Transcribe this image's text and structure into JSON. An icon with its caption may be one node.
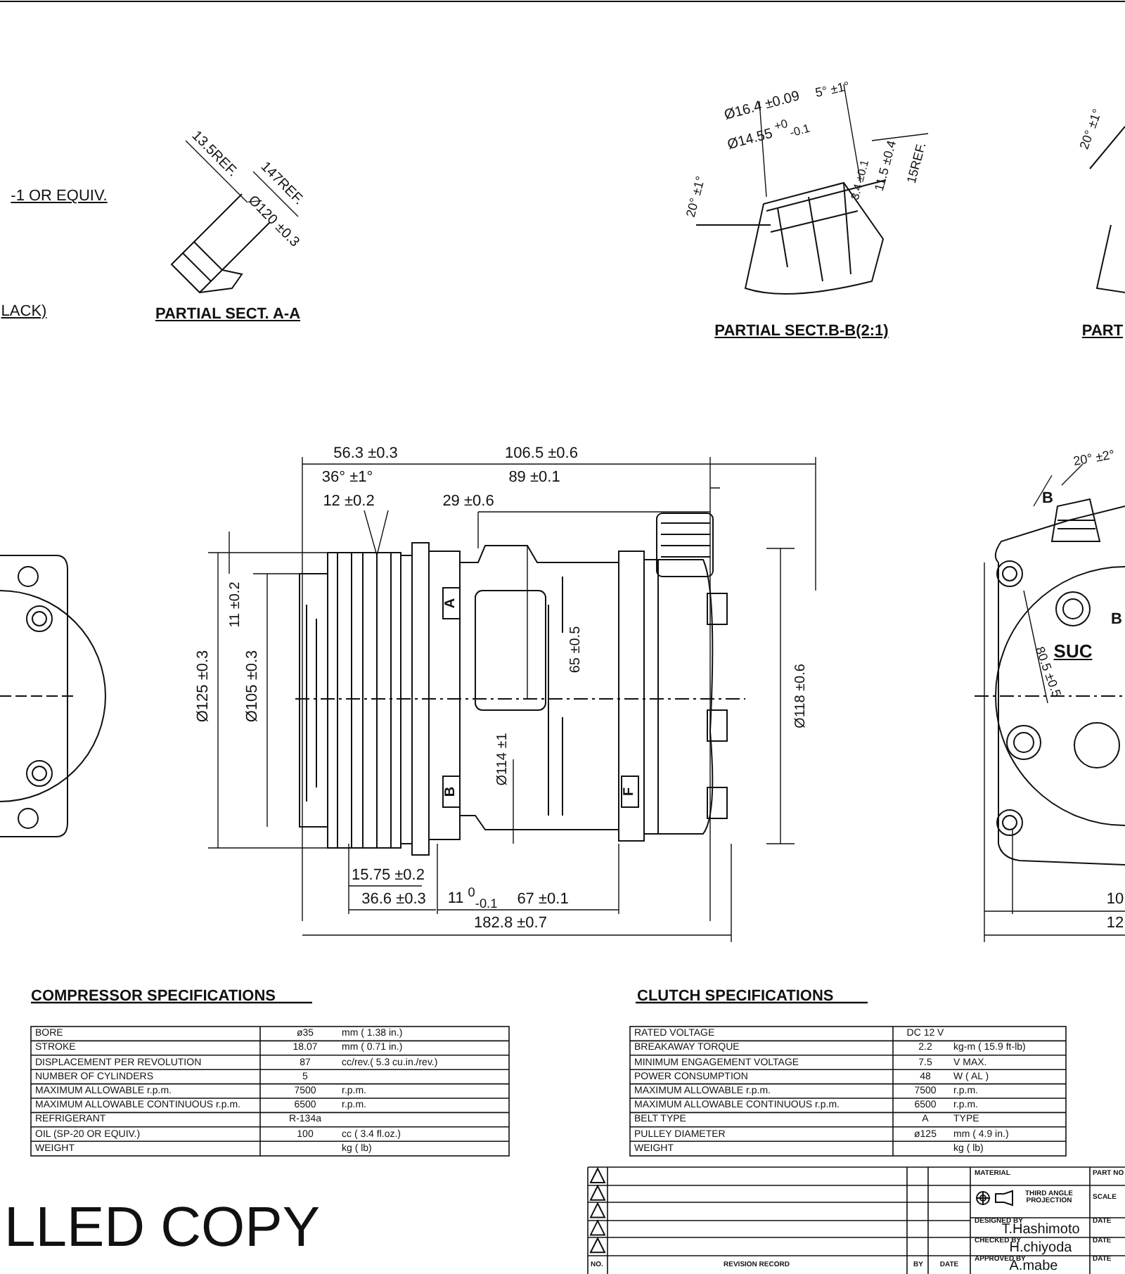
{
  "diagram": {
    "labels": [
      "-1 OR EQUIV.",
      "13.5REF.",
      "147REF.",
      "Ø120 ±0.3",
      "Ø16.4 ±0.09",
      "5° ±1°",
      "Ø14.55 $^{+0}$$_{-0.1}$",
      "20° ±1°",
      "3.4 ±0.1",
      "11.5 ±0.4",
      "15REF.",
      "20° ±1°",
      "LACK)",
      "PARTIAL SECT. A-A",
      "PARTIAL SECT.B-B(2:1)",
      "PART",
      "56.3 ±0.3",
      "106.5 ±0.6",
      "36° ±1°",
      "89 ±0.1",
      "12 ±0.2",
      "29 ±0.6",
      "20° ±2°",
      "B",
      "A",
      "11 ±0.2",
      "B",
      "65 ±0.5",
      "SUC",
      "80.5 ±0.5",
      "Ø125 ±0.3",
      "Ø105 ±0.3",
      "Ø118 ±0.6",
      "Ø114 ±1",
      "B",
      "F",
      "15.75 ±0.2",
      "36.6 ±0.3",
      "11 $^{0}$$_{-0.1}$",
      "67 ±0.1",
      "10",
      "182.8 ±0.7",
      "12",
      "COMPRESSOR SPECIFICATIONS",
      "CLUTCH SPECIFICATIONS",
      "BORE",
      "ø35",
      "mm ( 1.38 in.)",
      "STROKE",
      "18.07",
      "mm ( 0.71 in.)",
      "DISPLACEMENT PER REVOLUTION",
      "87",
      "cc/rev.( 5.3 cu.in./rev.)",
      "NUMBER OF CYLINDERS",
      "5",
      "MAXIMUM ALLOWABLE r.p.m.",
      "7500",
      "r.p.m.",
      "MAXIMUM ALLOWABLE CONTINUOUS r.p.m.",
      "6500",
      "r.p.m.",
      "REFRIGERANT",
      "R-134a",
      "OIL (SP-20 OR EQUIV.)",
      "100",
      "cc ( 3.4 fl.oz.)",
      "WEIGHT",
      "kg ( lb)",
      "RATED VOLTAGE",
      "DC 12 V",
      "BREAKAWAY TORQUE",
      "2.2",
      "kg-m ( 15.9 ft-lb)",
      "MINIMUM ENGAGEMENT VOLTAGE",
      "7.5",
      "V MAX.",
      "POWER CONSUMPTION",
      "48",
      "W ( AL )",
      "MAXIMUM ALLOWABLE r.p.m.",
      "7500",
      "r.p.m.",
      "MAXIMUM ALLOWABLE CONTINUOUS r.p.m.",
      "6500",
      "r.p.m.",
      "BELT TYPE",
      "A",
      "TYPE",
      "PULLEY DIAMETER",
      "ø125",
      "mm ( 4.9 in.)",
      "WEIGHT",
      "kg ( lb)",
      "LLED COPY",
      "MATERIAL",
      "PART NO",
      "THIRD ANGLE PROJECTION",
      "SCALE",
      "DESIGNED BY",
      "T.Hashimoto",
      "DATE",
      "CHECKED BY",
      "H.chiyoda",
      "DATE",
      "NO.",
      "REVISION RECORD",
      "BY",
      "DATE",
      "APPROVED BY",
      "A.mabe",
      "DATE"
    ]
  }
}
